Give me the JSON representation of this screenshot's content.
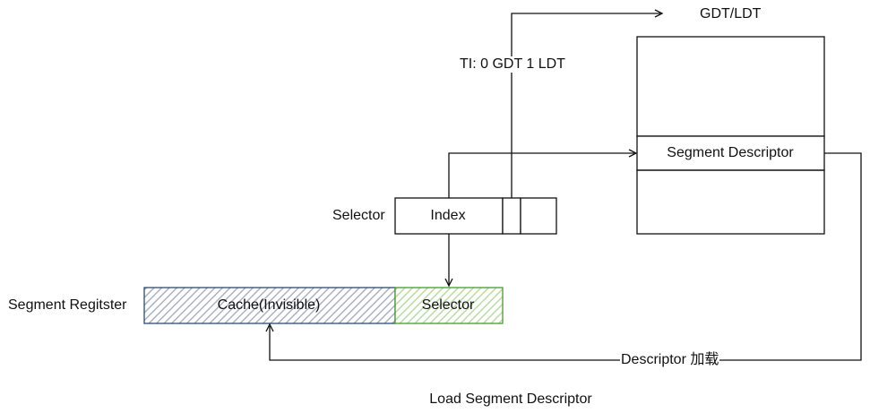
{
  "labels": {
    "gdt_ldt": "GDT/LDT",
    "ti": "TI: 0 GDT 1 LDT",
    "segment_descriptor": "Segment Descriptor",
    "selector_label": "Selector",
    "index": "Index",
    "segment_register": "Segment Regitster",
    "cache": "Cache(Invisible)",
    "register_selector": "Selector",
    "descriptor_load": "Descriptor 加载",
    "caption": "Load Segment Descriptor"
  },
  "colors": {
    "stroke": "#111111",
    "cache_fill": "#a9b4c2",
    "cache_stroke": "#2f4a6b",
    "selector_fill": "#b8dca3",
    "selector_stroke": "#4a9b2e"
  }
}
